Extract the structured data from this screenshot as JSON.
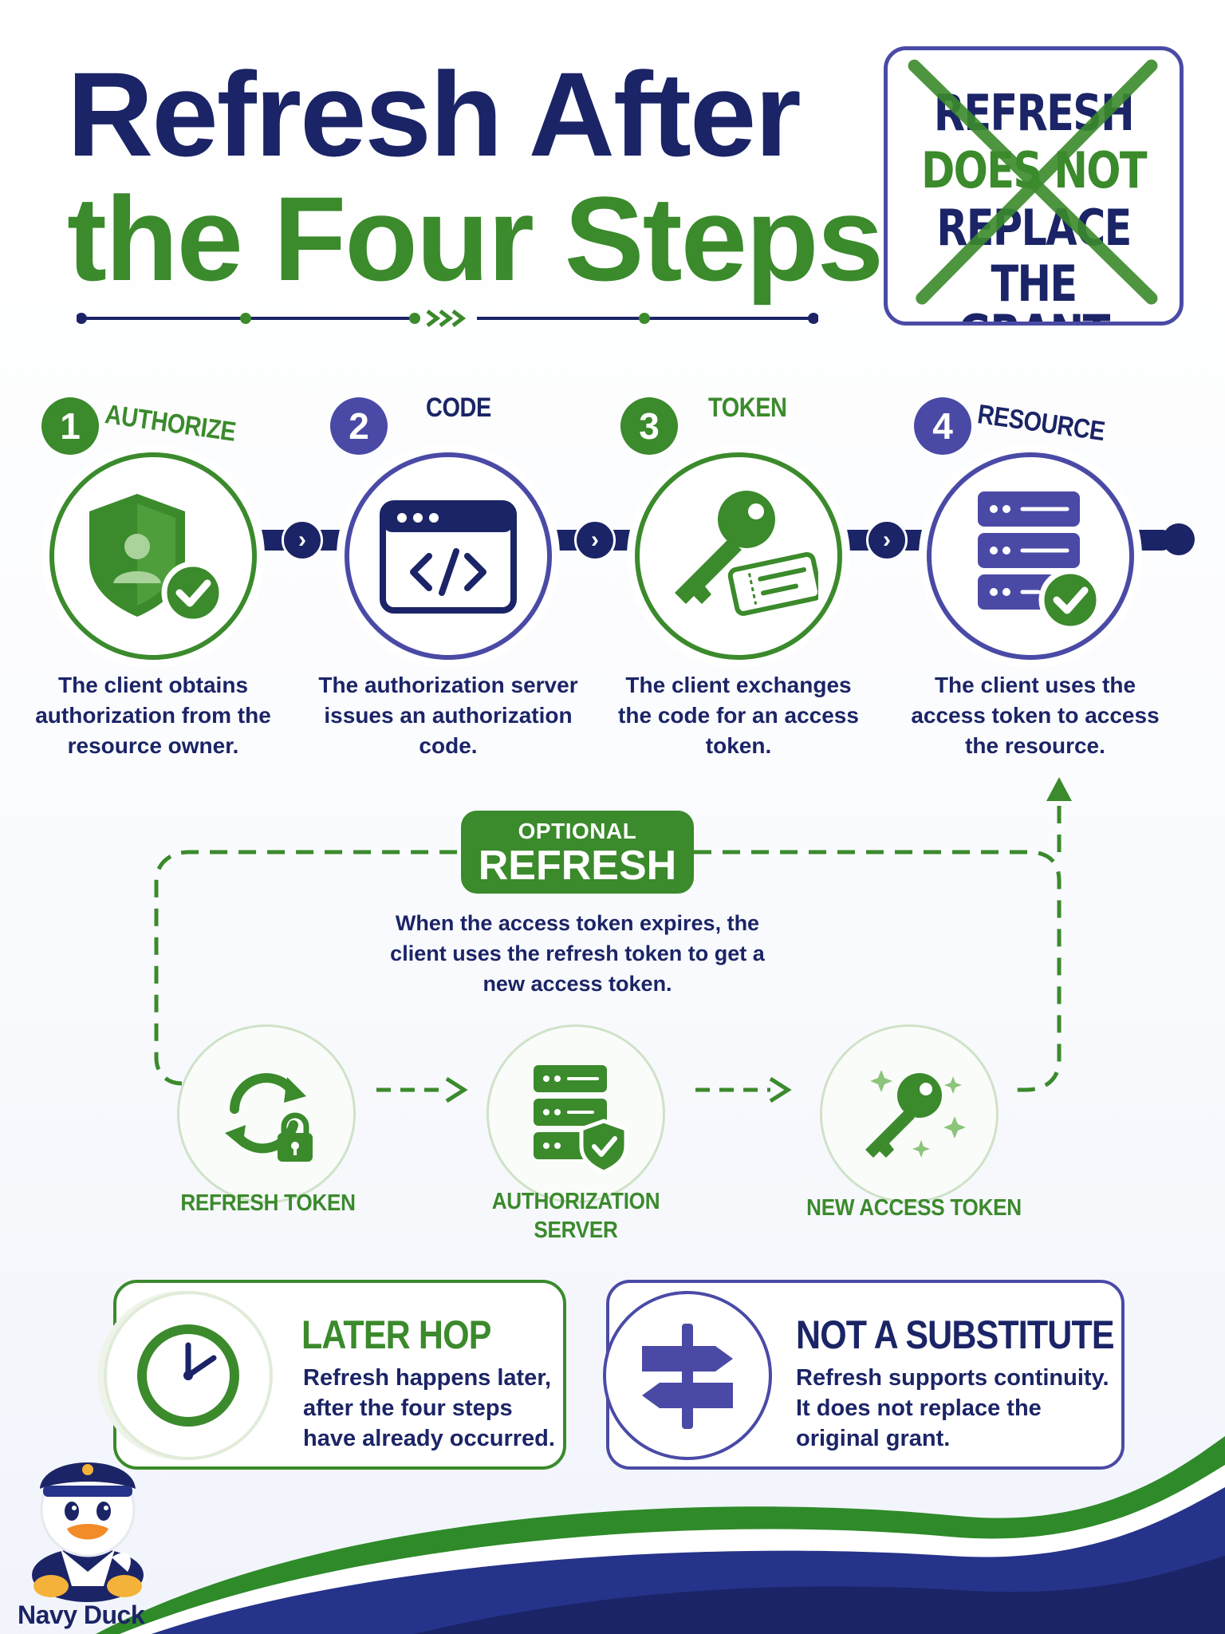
{
  "title": {
    "line1": "Refresh After",
    "line2": "the Four Steps"
  },
  "stamp": {
    "line1": "REFRESH",
    "line2": "DOES NOT",
    "line3": "REPLACE",
    "line4": "THE GRANT"
  },
  "steps": [
    {
      "num": "1",
      "label": "AUTHORIZE",
      "icon": "shield-user-check-icon",
      "desc": "The client obtains authorization from the resource owner."
    },
    {
      "num": "2",
      "label": "CODE",
      "icon": "code-window-icon",
      "desc": "The authorization server issues an authorization code."
    },
    {
      "num": "3",
      "label": "TOKEN",
      "icon": "key-ticket-icon",
      "desc": "The client exchanges the code for an access token."
    },
    {
      "num": "4",
      "label": "RESOURCE",
      "icon": "server-check-icon",
      "desc": "The client uses the access token to access the resource."
    }
  ],
  "refresh": {
    "small": "OPTIONAL",
    "big": "REFRESH",
    "desc": "When the access token expires, the client uses the refresh token to get a new access token.",
    "nodes": [
      {
        "label": "REFRESH TOKEN",
        "icon": "refresh-lock-icon"
      },
      {
        "label": "AUTHORIZATION SERVER",
        "icon": "server-shield-icon"
      },
      {
        "label": "NEW ACCESS TOKEN",
        "icon": "sparkle-key-icon"
      }
    ]
  },
  "cards": [
    {
      "title": "LATER HOP",
      "text": "Refresh happens later, after the four steps have already occurred.",
      "icon": "clock-icon"
    },
    {
      "title": "NOT A SUBSTITUTE",
      "text": "Refresh supports continuity. It does not replace the original grant.",
      "icon": "signpost-icon"
    }
  ],
  "brand": "Navy Duck",
  "colors": {
    "navy": "#1b2466",
    "green": "#3b8a2c",
    "indigo": "#4a4aa6"
  }
}
